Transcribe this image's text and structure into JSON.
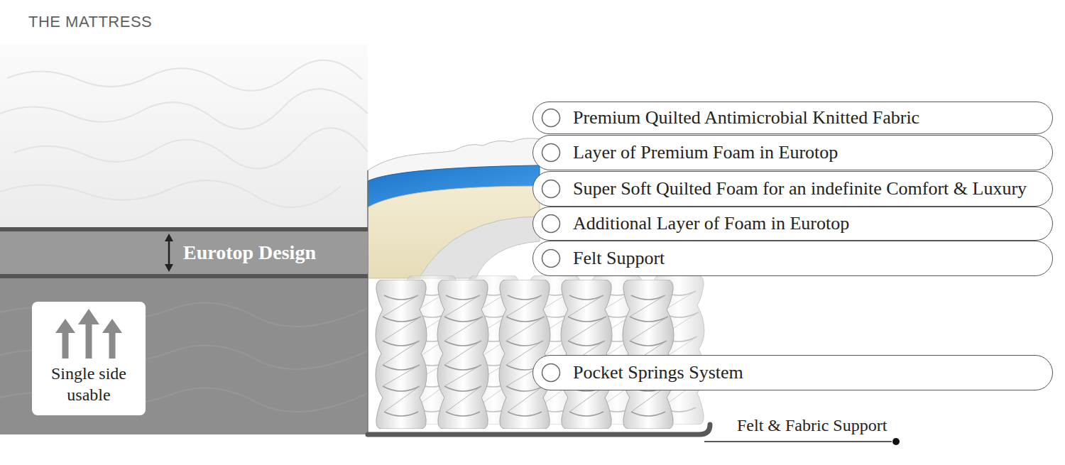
{
  "diagram": {
    "title": "THE MATTRESS",
    "nodes": [
      {
        "text": [
          "Premium Quilted Antimicrobial Knitted Fabric"
        ]
      },
      {
        "text": [
          "Layer of Premium Foam in Eurotop"
        ]
      },
      {
        "text": [
          "Super Soft Quilted Foam for an indefinite Comfort & Luxury"
        ]
      },
      {
        "text": [
          "Additional Layer of Foam in Eurotop"
        ]
      },
      {
        "text": [
          "Felt Support"
        ]
      },
      {
        "text": [
          "Eurotop Design"
        ]
      },
      {
        "text": [
          "Single side usable"
        ]
      },
      {
        "text": [
          "Pocket Springs System"
        ]
      }
    ],
    "labels": [
      "Felt & Fabric Support"
    ]
  }
}
